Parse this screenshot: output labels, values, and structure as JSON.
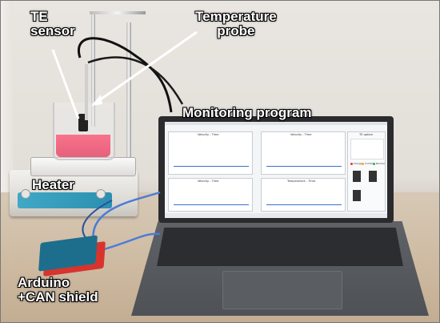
{
  "labels": {
    "te_sensor": "TE\nsensor",
    "temperature_probe": "Temperature\nprobe",
    "monitoring_program": "Monitoring program",
    "heater": "Heater",
    "arduino": "Arduino\n+CAN shield"
  },
  "screen": {
    "chart_titles": [
      "Velocity - Time",
      "Velocity - Time",
      "Velocity - Time",
      "Temperature - Time"
    ],
    "side_panel_title": "TE option",
    "side_legend": [
      "Charge",
      "Comfort",
      "Normal"
    ]
  },
  "colors": {
    "label_text": "#ffffff",
    "label_outline": "#000000",
    "liquid": "#e0153d",
    "heater_panel": "#2c8fb0",
    "laptop": "#2b2b2d",
    "arduino_board": "#1d6e8c",
    "shield": "#d8342e",
    "usb_cable": "#4d7bd6"
  }
}
